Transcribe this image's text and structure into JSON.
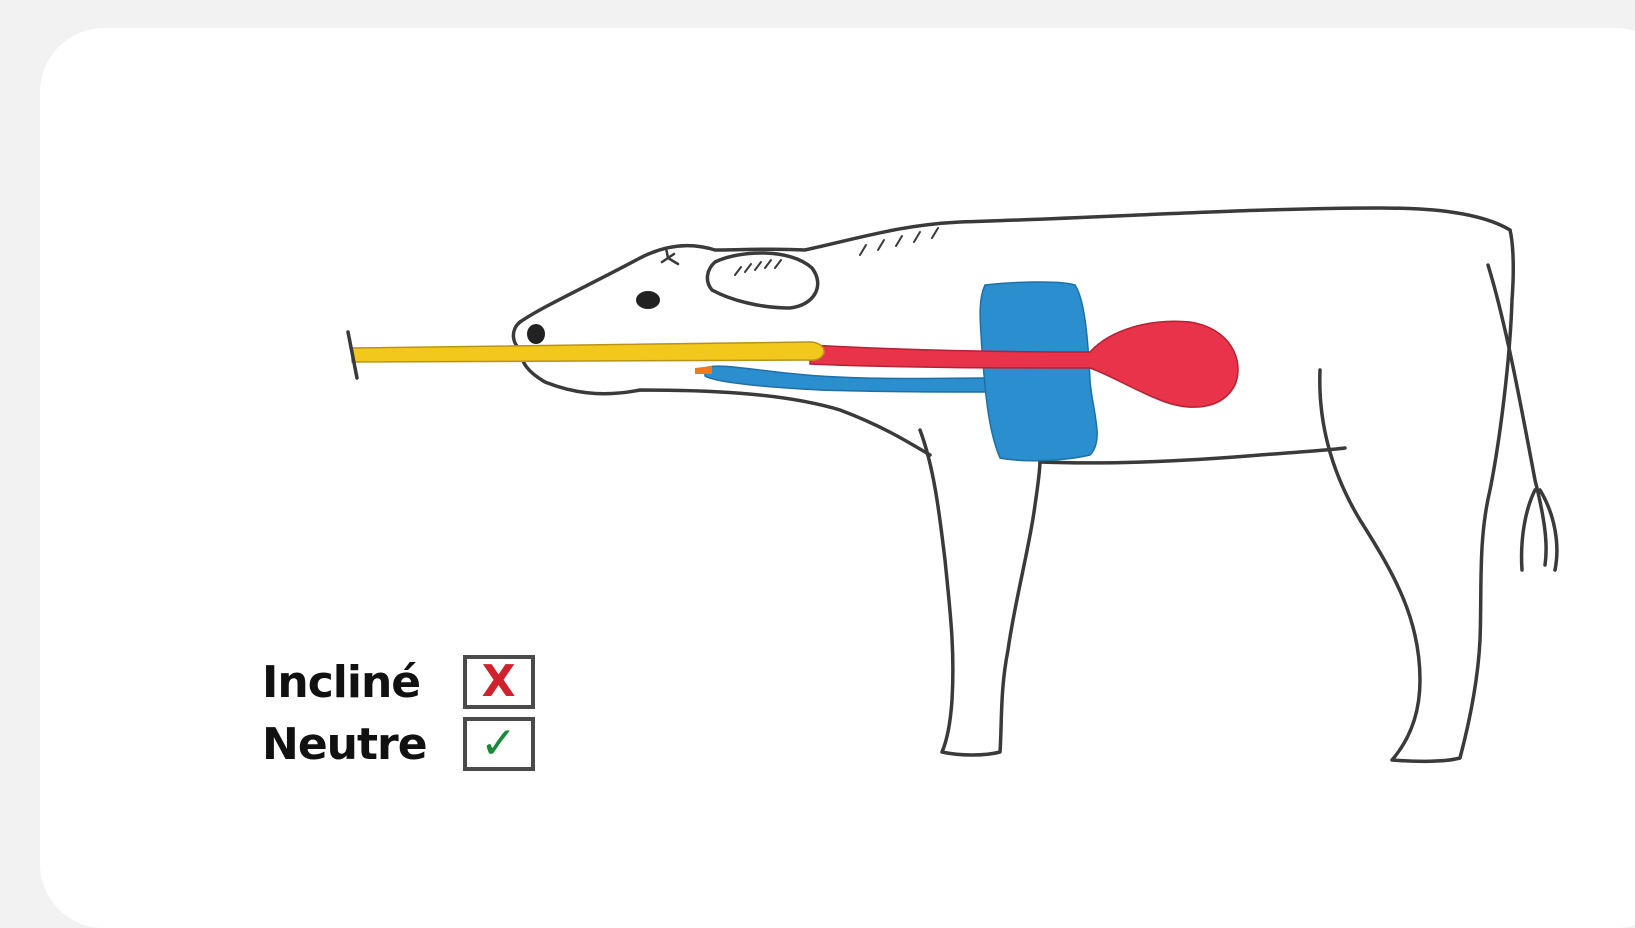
{
  "legend": {
    "items": [
      {
        "label": "Incliné",
        "mark": "X",
        "mark_color": "#d0222d",
        "icon": "cross-icon"
      },
      {
        "label": "Neutre",
        "mark": "✓",
        "mark_color": "#1a8a3a",
        "icon": "check-icon"
      }
    ]
  },
  "colors": {
    "page_background": "#f3f2f2",
    "card_background": "#ffffff",
    "outline": "#3a3a3a",
    "feeding_tube": "#f2c81d",
    "esophagus": "#e8334a",
    "trachea_lungs": "#2b8ecf"
  }
}
